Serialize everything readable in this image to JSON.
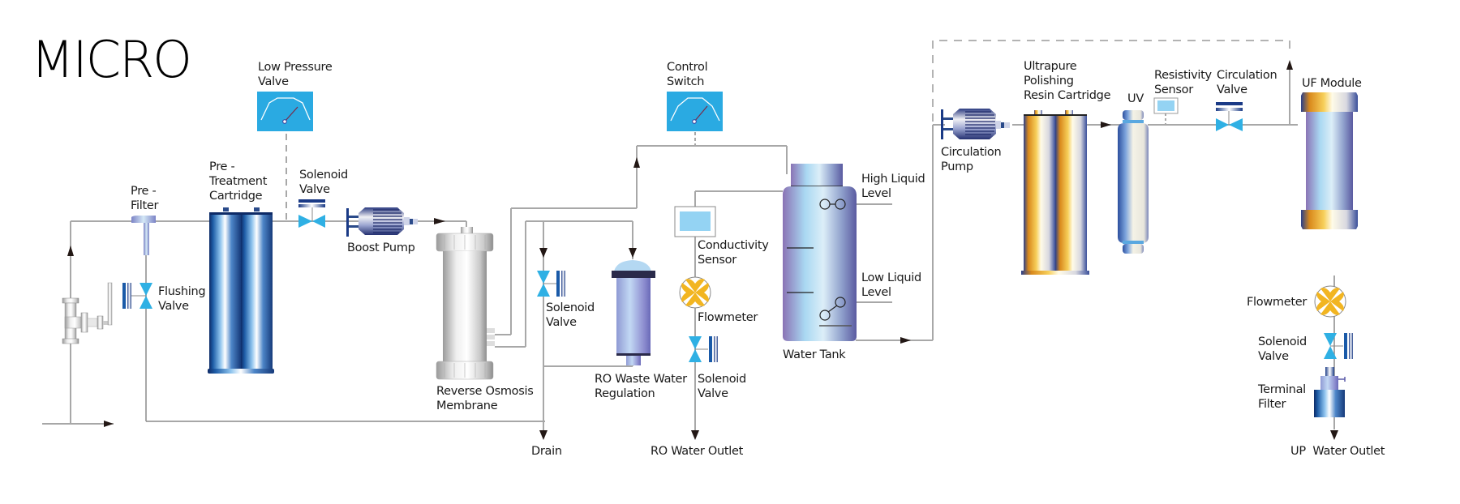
{
  "title": "MICRO",
  "colors": {
    "valve_blue": "#2fb0e4",
    "gauge_blue": "#2aaae2",
    "sensor_blue": "#94d3f3",
    "flowmeter_yellow": "#f2b521",
    "pipe_gray": "#a8a8a8",
    "arrow_dark": "#231815"
  },
  "components": {
    "low_pressure_valve": [
      "Low Pressure",
      "Valve"
    ],
    "pre_filter": [
      "Pre -",
      "Filter"
    ],
    "pre_treatment_cartridge": [
      "Pre -",
      "Treatment",
      "Cartridge"
    ],
    "solenoid_valve_1": [
      "Solenoid",
      "Valve"
    ],
    "flushing_valve": [
      "Flushing",
      "Valve"
    ],
    "boost_pump": [
      "Boost Pump"
    ],
    "ro_membrane": [
      "Reverse Osmosis",
      "Membrane"
    ],
    "control_switch": [
      "Control",
      "Switch"
    ],
    "solenoid_valve_2": [
      "Solenoid",
      "Valve"
    ],
    "ro_waste_water_regulation": [
      "RO Waste Water",
      "Regulation"
    ],
    "conductivity_sensor": [
      "Conductivity",
      "Sensor"
    ],
    "flowmeter_1": [
      "Flowmeter"
    ],
    "solenoid_valve_3": [
      "Solenoid",
      "Valve"
    ],
    "water_tank": [
      "Water Tank"
    ],
    "high_liquid_level": [
      "High Liquid",
      "Level"
    ],
    "low_liquid_level": [
      "Low Liquid",
      "Level"
    ],
    "circulation_pump": [
      "Circulation",
      "Pump"
    ],
    "ultrapure_polishing_resin_cartridge": [
      "Ultrapure",
      "Polishing",
      "Resin Cartridge"
    ],
    "uv": [
      "UV"
    ],
    "resistivity_sensor": [
      "Resistivity",
      "Sensor"
    ],
    "circulation_valve": [
      "Circulation",
      "Valve"
    ],
    "uf_module": [
      "UF Module"
    ],
    "flowmeter_2": [
      "Flowmeter"
    ],
    "solenoid_valve_4": [
      "Solenoid",
      "Valve"
    ],
    "terminal_filter": [
      "Terminal",
      "Filter"
    ]
  },
  "outlets": {
    "drain": "Drain",
    "ro_water_outlet": "RO Water Outlet",
    "up_water_outlet": "UP  Water Outlet"
  }
}
